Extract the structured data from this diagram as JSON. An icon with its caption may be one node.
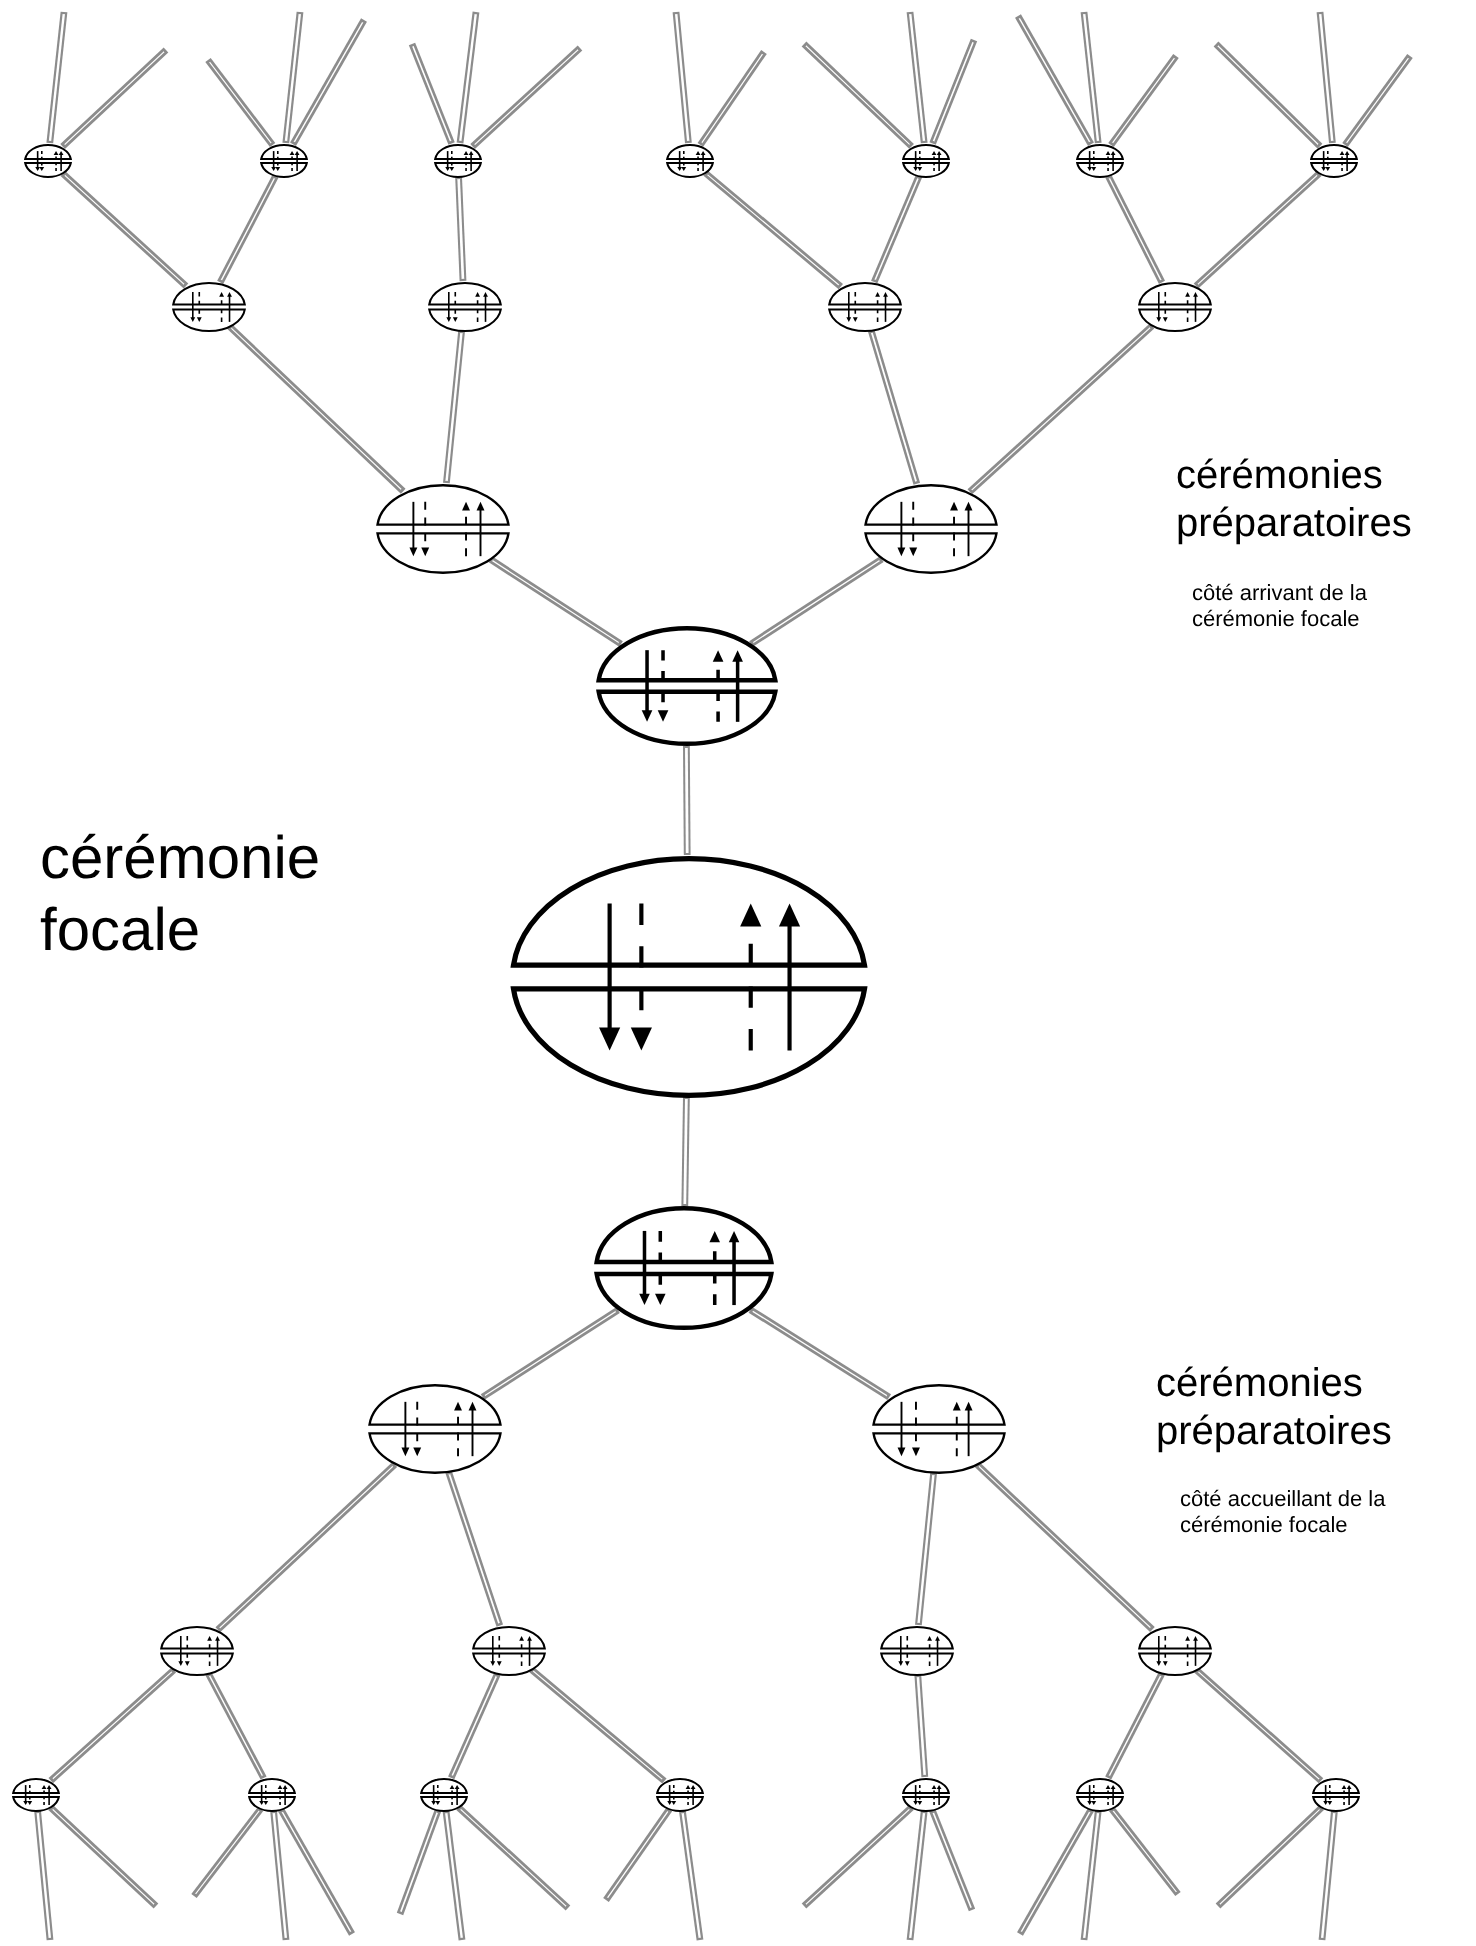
{
  "diagram": {
    "nodes": [
      {
        "text": [],
        "shape": "ellipse"
      },
      {
        "text": [],
        "shape": "ellipse"
      },
      {
        "text": [],
        "shape": "ellipse"
      },
      {
        "text": [],
        "shape": "ellipse"
      },
      {
        "text": [],
        "shape": "ellipse"
      },
      {
        "text": [],
        "shape": "ellipse"
      },
      {
        "text": [],
        "shape": "ellipse"
      },
      {
        "text": [],
        "shape": "ellipse"
      },
      {
        "text": [],
        "shape": "ellipse"
      },
      {
        "text": [],
        "shape": "ellipse"
      },
      {
        "text": [],
        "shape": "ellipse"
      },
      {
        "text": [],
        "shape": "ellipse"
      },
      {
        "text": [],
        "shape": "ellipse"
      },
      {
        "text": [],
        "shape": "ellipse"
      },
      {
        "text": [],
        "shape": "ellipse"
      },
      {
        "text": [],
        "shape": "ellipse"
      },
      {
        "text": [],
        "shape": "ellipse"
      },
      {
        "text": [],
        "shape": "ellipse"
      },
      {
        "text": [],
        "shape": "ellipse"
      },
      {
        "text": [],
        "shape": "ellipse"
      },
      {
        "text": [],
        "shape": "ellipse"
      },
      {
        "text": [],
        "shape": "ellipse"
      },
      {
        "text": [],
        "shape": "ellipse"
      },
      {
        "text": [],
        "shape": "ellipse"
      },
      {
        "text": [],
        "shape": "ellipse"
      },
      {
        "text": [],
        "shape": "ellipse"
      },
      {
        "text": [],
        "shape": "ellipse"
      },
      {
        "text": [],
        "shape": "ellipse"
      },
      {
        "text": [],
        "shape": "ellipse"
      }
    ],
    "edges": [
      {
        "from": 0,
        "to": null,
        "arrow": "none"
      },
      {
        "from": 0,
        "to": null,
        "arrow": "none"
      },
      {
        "from": 1,
        "to": null,
        "arrow": "none"
      },
      {
        "from": 1,
        "to": null,
        "arrow": "none"
      },
      {
        "from": 1,
        "to": null,
        "arrow": "none"
      },
      {
        "from": 2,
        "to": null,
        "arrow": "none"
      },
      {
        "from": 2,
        "to": null,
        "arrow": "none"
      },
      {
        "from": 2,
        "to": null,
        "arrow": "none"
      },
      {
        "from": 3,
        "to": null,
        "arrow": "none"
      },
      {
        "from": 3,
        "to": null,
        "arrow": "none"
      },
      {
        "from": 4,
        "to": null,
        "arrow": "none"
      },
      {
        "from": 4,
        "to": null,
        "arrow": "none"
      },
      {
        "from": 4,
        "to": null,
        "arrow": "none"
      },
      {
        "from": 5,
        "to": null,
        "arrow": "none"
      },
      {
        "from": 5,
        "to": null,
        "arrow": "none"
      },
      {
        "from": 5,
        "to": null,
        "arrow": "none"
      },
      {
        "from": 6,
        "to": null,
        "arrow": "none"
      },
      {
        "from": 6,
        "to": null,
        "arrow": "none"
      },
      {
        "from": 6,
        "to": null,
        "arrow": "none"
      },
      {
        "from": 7,
        "to": 0,
        "arrow": "none"
      },
      {
        "from": 7,
        "to": 1,
        "arrow": "none"
      },
      {
        "from": 8,
        "to": 2,
        "arrow": "none"
      },
      {
        "from": 9,
        "to": 3,
        "arrow": "none"
      },
      {
        "from": 9,
        "to": 4,
        "arrow": "none"
      },
      {
        "from": 10,
        "to": 5,
        "arrow": "none"
      },
      {
        "from": 10,
        "to": 6,
        "arrow": "none"
      },
      {
        "from": 11,
        "to": 7,
        "arrow": "none"
      },
      {
        "from": 11,
        "to": 8,
        "arrow": "none"
      },
      {
        "from": 12,
        "to": 9,
        "arrow": "none"
      },
      {
        "from": 12,
        "to": 10,
        "arrow": "none"
      },
      {
        "from": 13,
        "to": 11,
        "arrow": "none"
      },
      {
        "from": 13,
        "to": 12,
        "arrow": "none"
      },
      {
        "from": 14,
        "to": 13,
        "arrow": "none"
      },
      {
        "from": 14,
        "to": 15,
        "arrow": "none"
      },
      {
        "from": 15,
        "to": 16,
        "arrow": "none"
      },
      {
        "from": 15,
        "to": 17,
        "arrow": "none"
      },
      {
        "from": 16,
        "to": 18,
        "arrow": "none"
      },
      {
        "from": 16,
        "to": 19,
        "arrow": "none"
      },
      {
        "from": 17,
        "to": 20,
        "arrow": "none"
      },
      {
        "from": 17,
        "to": 21,
        "arrow": "none"
      },
      {
        "from": 18,
        "to": 22,
        "arrow": "none"
      },
      {
        "from": 18,
        "to": 23,
        "arrow": "none"
      },
      {
        "from": 19,
        "to": 24,
        "arrow": "none"
      },
      {
        "from": 19,
        "to": 25,
        "arrow": "none"
      },
      {
        "from": 20,
        "to": 26,
        "arrow": "none"
      },
      {
        "from": 21,
        "to": 27,
        "arrow": "none"
      },
      {
        "from": 21,
        "to": 28,
        "arrow": "none"
      },
      {
        "from": 22,
        "to": null,
        "arrow": "none"
      },
      {
        "from": 22,
        "to": null,
        "arrow": "none"
      },
      {
        "from": 23,
        "to": null,
        "arrow": "none"
      },
      {
        "from": 23,
        "to": null,
        "arrow": "none"
      },
      {
        "from": 23,
        "to": null,
        "arrow": "none"
      },
      {
        "from": 24,
        "to": null,
        "arrow": "none"
      },
      {
        "from": 24,
        "to": null,
        "arrow": "none"
      },
      {
        "from": 24,
        "to": null,
        "arrow": "none"
      },
      {
        "from": 25,
        "to": null,
        "arrow": "none"
      },
      {
        "from": 25,
        "to": null,
        "arrow": "none"
      },
      {
        "from": 26,
        "to": null,
        "arrow": "none"
      },
      {
        "from": 26,
        "to": null,
        "arrow": "none"
      },
      {
        "from": 26,
        "to": null,
        "arrow": "none"
      },
      {
        "from": 27,
        "to": null,
        "arrow": "none"
      },
      {
        "from": 27,
        "to": null,
        "arrow": "none"
      },
      {
        "from": 27,
        "to": null,
        "arrow": "none"
      },
      {
        "from": 28,
        "to": null,
        "arrow": "none"
      },
      {
        "from": 28,
        "to": null,
        "arrow": "none"
      }
    ],
    "labels": [
      "cérémonies préparatoires",
      "côté arrivant de la cérémonie focale",
      "cérémonie focale",
      "cérémonies préparatoires",
      "côté accueillant de la cérémonie focale"
    ]
  }
}
